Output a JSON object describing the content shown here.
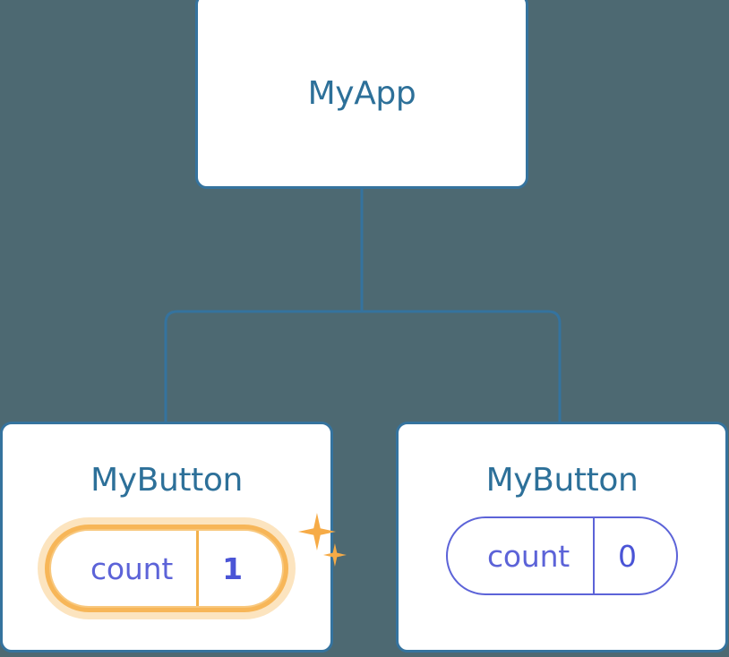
{
  "diagram": {
    "type": "component-tree",
    "background_color": "#4d6972",
    "connector_color": "#35739e",
    "root": {
      "title": "MyApp"
    },
    "children": [
      {
        "title": "MyButton",
        "state": {
          "label": "count",
          "value": "1"
        },
        "highlighted": true,
        "highlight_color": "#f7b658",
        "glow_color": "#fbdfb4",
        "sparkles": [
          "sparkle-icon-large",
          "sparkle-icon-small"
        ]
      },
      {
        "title": "MyButton",
        "state": {
          "label": "count",
          "value": "0"
        },
        "highlighted": false,
        "outline_color": "#5c63d8"
      }
    ],
    "colors": {
      "card_border": "#35739e",
      "card_background": "#ffffff",
      "title_text": "#2d7099",
      "state_text": "#5c63d8",
      "value_text": "#4a54d6",
      "accent_orange": "#f6ab47"
    }
  }
}
